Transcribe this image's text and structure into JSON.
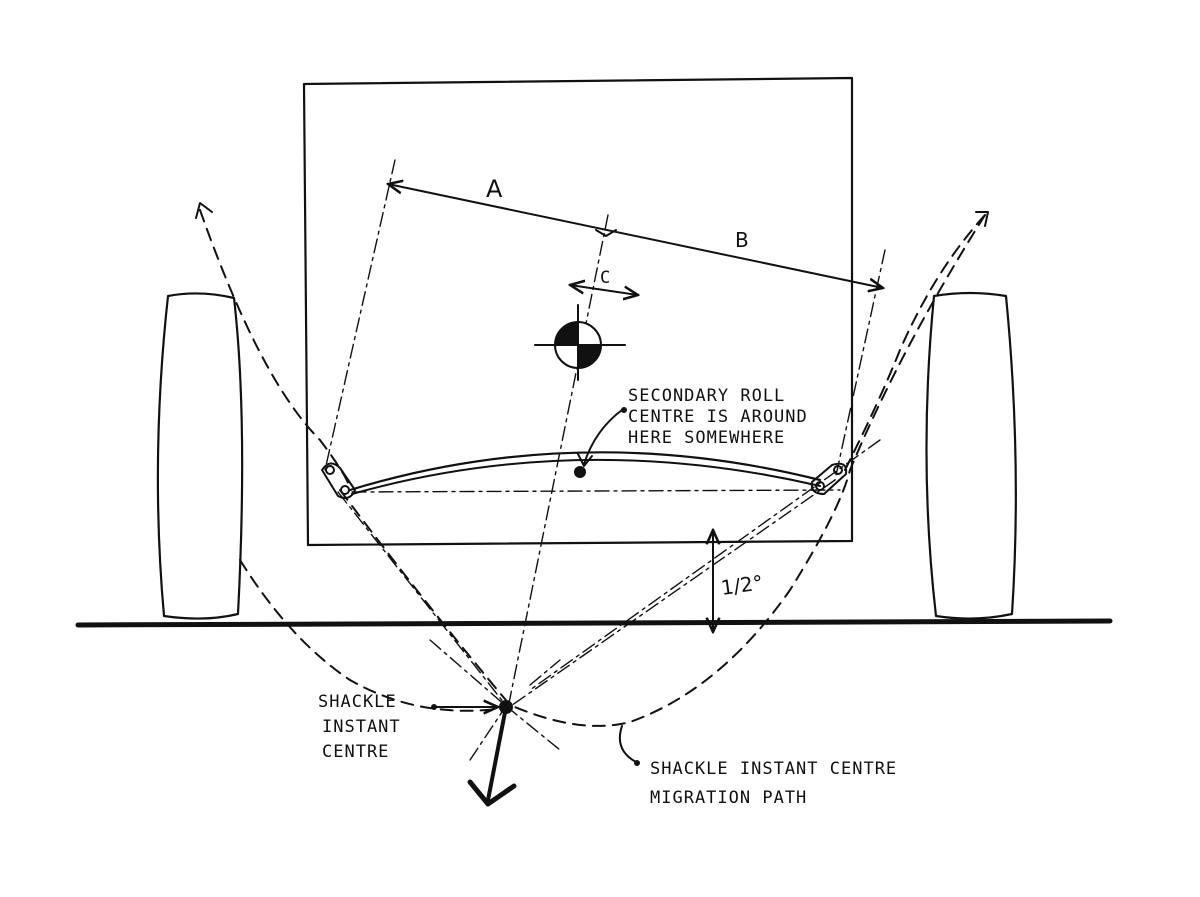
{
  "labels": {
    "dim_a": "A",
    "dim_b": "B",
    "dim_c": "C",
    "angle": "1/2°",
    "roll_centre": [
      "SECONDARY ROLL",
      "CENTRE IS AROUND",
      "HERE SOMEWHERE"
    ],
    "shackle_centre": [
      "SHACKLE",
      "INSTANT",
      "CENTRE"
    ],
    "migration_path": [
      "SHACKLE INSTANT CENTRE",
      "MIGRATION PATH"
    ]
  },
  "colors": {
    "ink": "#111111",
    "paper": "#ffffff"
  }
}
